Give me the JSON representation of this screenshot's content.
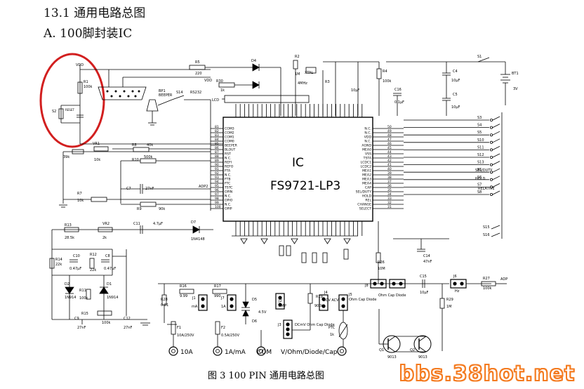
{
  "heading": {
    "section": "13.1 通用电路总图",
    "subsection": "A. 100脚封装IC"
  },
  "chip": {
    "label": "IC",
    "part": "FS9721-LP3"
  },
  "caption": "图 3    100 PIN 通用电路总图",
  "watermark": "bbs.38hot.net",
  "highlight_color": "#d21f1f",
  "watermark_color": "#f47b20",
  "left_pins": [
    {
      "num": "81",
      "name": "COM3"
    },
    {
      "num": "82",
      "name": "COM2"
    },
    {
      "num": "83",
      "name": "COM1"
    },
    {
      "num": "84",
      "name": "COM0"
    },
    {
      "num": "85",
      "name": "BEEPER"
    },
    {
      "num": "86",
      "name": "BLOUT"
    },
    {
      "num": "87",
      "name": "RST"
    },
    {
      "num": "88",
      "name": "N.C."
    },
    {
      "num": "89",
      "name": "REFI"
    },
    {
      "num": "90",
      "name": "REFO"
    },
    {
      "num": "91",
      "name": "FTA"
    },
    {
      "num": "92",
      "name": "N.C."
    },
    {
      "num": "93",
      "name": "FTB"
    },
    {
      "num": "94",
      "name": "FTC"
    },
    {
      "num": "95",
      "name": "TSTC"
    },
    {
      "num": "96",
      "name": "OPIN"
    },
    {
      "num": "97",
      "name": "N.C."
    },
    {
      "num": "98",
      "name": "OPIO"
    },
    {
      "num": "99",
      "name": "N.C."
    },
    {
      "num": "100",
      "name": "OPIP"
    }
  ],
  "right_pins": [
    {
      "num": "50",
      "name": "N.C."
    },
    {
      "num": "49",
      "name": "N.C."
    },
    {
      "num": "48",
      "name": "VDD"
    },
    {
      "num": "47",
      "name": "N.C."
    },
    {
      "num": "46",
      "name": "AGND"
    },
    {
      "num": "45",
      "name": "MEA0"
    },
    {
      "num": "44",
      "name": "VSS"
    },
    {
      "num": "43",
      "name": "TSTA"
    },
    {
      "num": "42",
      "name": "LCDC1"
    },
    {
      "num": "41",
      "name": "LCDC2"
    },
    {
      "num": "40",
      "name": "MEA1"
    },
    {
      "num": "39",
      "name": "MEA2"
    },
    {
      "num": "38",
      "name": "MEA3"
    },
    {
      "num": "37",
      "name": "MEA4"
    },
    {
      "num": "36",
      "name": "CAP"
    },
    {
      "num": "35",
      "name": "SEL/DUTY"
    },
    {
      "num": "34",
      "name": "HOLD"
    },
    {
      "num": "33",
      "name": "REL"
    },
    {
      "num": "32",
      "name": "CHANGE"
    },
    {
      "num": "31",
      "name": "SELECT"
    }
  ],
  "components": {
    "r1": "R1",
    "r1_val": "100k",
    "r2": "R2",
    "r2_val": "1M",
    "r3": "R3",
    "r4": "R4",
    "r4_val": "100k",
    "r5": "R5",
    "r5_val": "220",
    "r7": "R7",
    "r7_val": "10k",
    "r8": "R8",
    "r8_val": "40k",
    "r9": "R9",
    "r9_val": "90k",
    "r10": "R10",
    "r10_val": "500k",
    "r11": "R11",
    "r11_val": "100k",
    "r12": "R12",
    "r12_val": "22k",
    "r13": "R13",
    "r13_val": "28.5k",
    "r14": "R14",
    "r14_val": "22k",
    "r15": "R15",
    "r15_val": "100k",
    "r16": "R16",
    "r16_val": "9.99",
    "r17": "R17",
    "r17_val": "990",
    "r19": "R19",
    "r19_val": "900k",
    "r26": "R26",
    "r26_val": "10M",
    "r27": "R27",
    "r27_val": "100k",
    "r28": "R28",
    "r28_val": "0.01",
    "r29": "R29",
    "r29_val": "1M",
    "r30": "R30",
    "r30_val": "1k",
    "vr1": "VR1",
    "vr1_val": "10k",
    "vr2": "VR2",
    "vr2_val": "2k",
    "c4": "C4",
    "c4_val": "10μF",
    "c5": "C5",
    "c5_val": "10μF",
    "c7": "C7",
    "c7_val": "27nF",
    "c8": "C8",
    "c8_val": "0.47μF",
    "c9": "C9",
    "c9_val": "27nF",
    "c10": "C10",
    "c10_val": "0.47μF",
    "c11": "C11",
    "c11_val": "4.7μF",
    "c12": "C12",
    "c12_val": "27nF",
    "c14": "C14",
    "c14_val": "47nF",
    "c15": "C15",
    "c15_val": "10μF",
    "c16": "C16",
    "c16_val": "0.1μF",
    "c2_val": "10μF",
    "d1": "D1",
    "d1_val": "1N914",
    "d2": "D2",
    "d2_val": "1N914",
    "d4": "D4",
    "d5": "D5",
    "d5_val": "4.5V",
    "d6": "D6",
    "d7": "D7",
    "d7_val": "1N4148",
    "bt1": "BT1",
    "bt1_val": "3V",
    "bp1": "BP1",
    "bp1_val": "BEEPER",
    "s1": "S1",
    "s2": "S2",
    "s2_val": "RESET",
    "s3": "S3",
    "s4": "S4",
    "s5": "S5",
    "s6": "S6",
    "s7": "S7",
    "s8": "S8",
    "s9": "S9",
    "s10": "S10",
    "s11": "S11",
    "s12": "S12",
    "s13": "S13",
    "s14": "S14",
    "s15": "S15",
    "s16": "S16",
    "xtal": "XTAL",
    "xtal_freq": "4MHz",
    "rs232": "RS232",
    "lcd": "LCD",
    "vdd": "VDD",
    "f1": "F1",
    "f1_val": "10A/250V",
    "f2": "F2",
    "f2_val": "0.5A/250V",
    "ptc": "PTC",
    "ptc_val": "1k",
    "q1": "Q1",
    "q1_val": "9013",
    "q2": "Q2",
    "q2_val": "9013",
    "adp": "ADP",
    "adp2": "ADP2",
    "sel_duty": "SEL/DUTY",
    "hold": "HOLD",
    "relative": "RELATIVE",
    "j1": "J1",
    "j1_val": "mA",
    "j2": "J2",
    "j2_val": "AMP",
    "j3": "J3",
    "j4": "J4",
    "j4_val": "DCV ACV",
    "j5": "J5",
    "j5_val": "Ohm Cap Diode",
    "j6": "J6",
    "j6_val": "Hz",
    "j7": "J7",
    "j7_val": "1A",
    "j8": "J8",
    "j8_val": "Ohm Cap Diode",
    "j3_opts": "DCmV Ohm Cap Diode",
    "ic": "IC"
  },
  "terminals": {
    "t10a": "10A",
    "tma": "1A/mA",
    "tcom": "COM",
    "tv": "V/Ohm/Diode/Cap"
  }
}
